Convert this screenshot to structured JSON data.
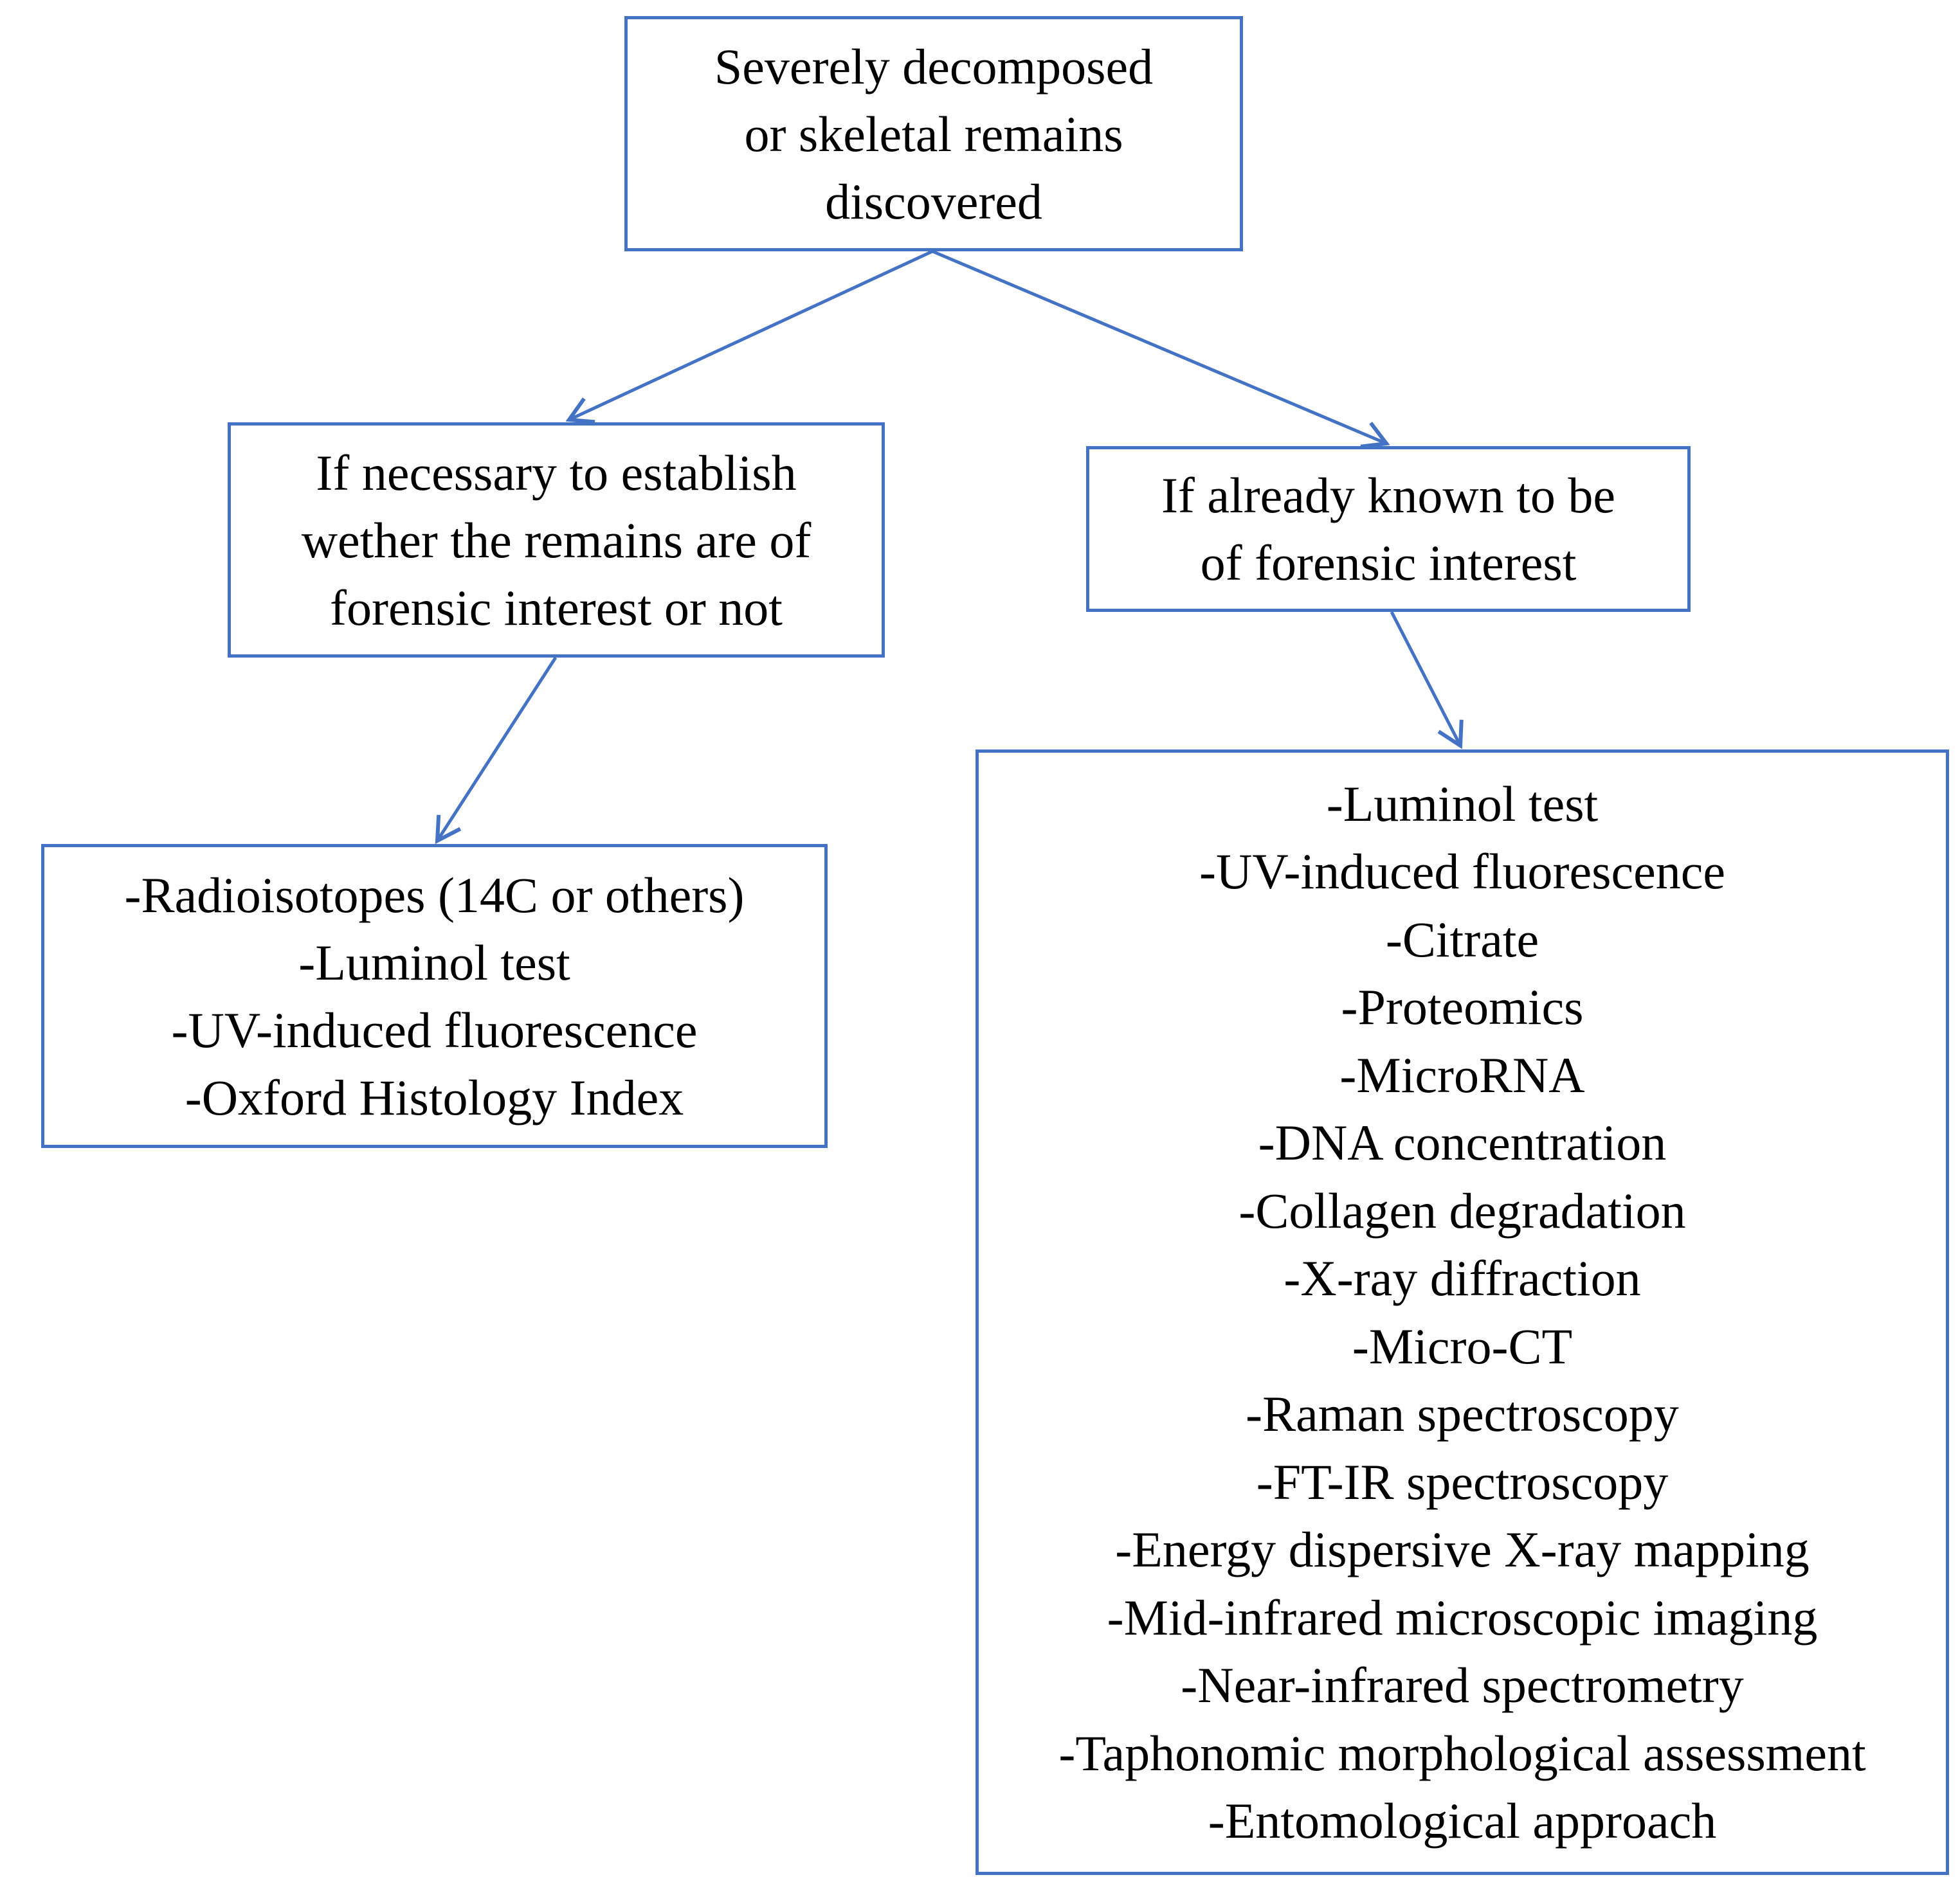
{
  "diagram": {
    "root": {
      "lines": [
        "Severely decomposed",
        "or skeletal remains",
        "discovered"
      ]
    },
    "branch_left": {
      "lines": [
        "If necessary to establish",
        "wether the remains are of",
        "forensic interest or not"
      ],
      "methods": [
        "-Radioisotopes (14C or others)",
        "-Luminol test",
        "-UV-induced fluorescence",
        "-Oxford Histology Index"
      ]
    },
    "branch_right": {
      "lines": [
        "If already known to be",
        "of forensic interest"
      ],
      "methods": [
        "-Luminol test",
        "-UV-induced fluorescence",
        "-Citrate",
        "-Proteomics",
        "-MicroRNA",
        "-DNA concentration",
        "-Collagen degradation",
        "-X-ray diffraction",
        "-Micro-CT",
        "-Raman spectroscopy",
        "-FT-IR spectroscopy",
        "-Energy dispersive X-ray mapping",
        "-Mid-infrared microscopic imaging",
        "-Near-infrared spectrometry",
        "-Taphonomic morphological assessment",
        "-Entomological approach"
      ]
    },
    "colors": {
      "border": "#4472C4",
      "arrow": "#4472C4",
      "text": "#000000",
      "background": "#ffffff"
    }
  }
}
